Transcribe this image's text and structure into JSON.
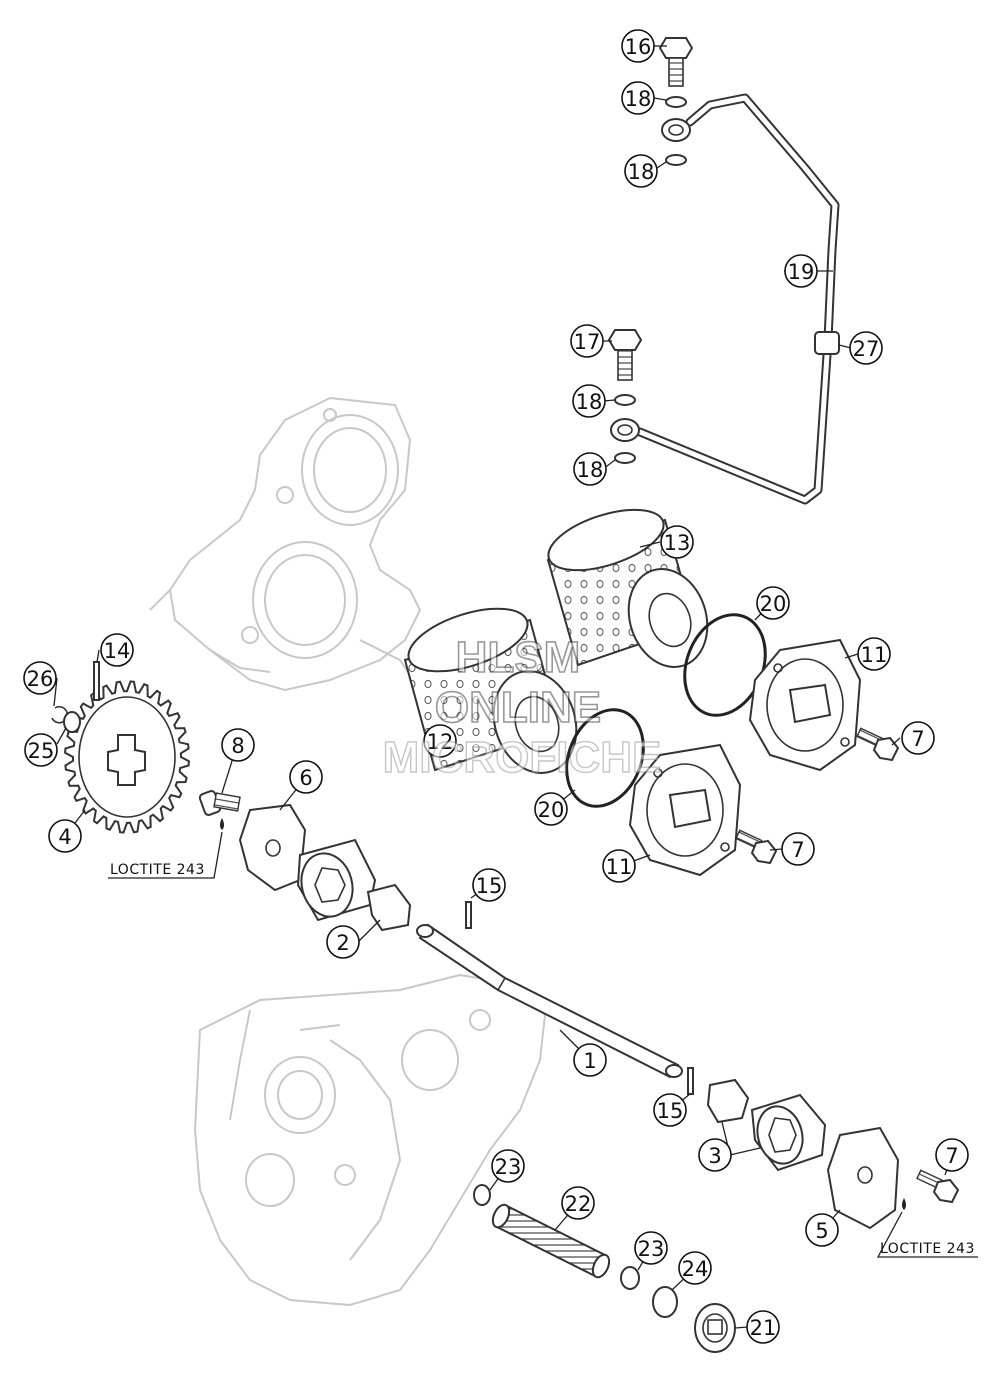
{
  "watermark": {
    "line1": "HLSM",
    "line2": "ONLINE",
    "line3": "MICROFICHE"
  },
  "loctite_labels": [
    "LOCTITE 243",
    "LOCTITE 243"
  ],
  "callouts": [
    {
      "id": "c16",
      "num": "16"
    },
    {
      "id": "c18a",
      "num": "18"
    },
    {
      "id": "c18b",
      "num": "18"
    },
    {
      "id": "c19",
      "num": "19"
    },
    {
      "id": "c17",
      "num": "17"
    },
    {
      "id": "c27",
      "num": "27"
    },
    {
      "id": "c18c",
      "num": "18"
    },
    {
      "id": "c18d",
      "num": "18"
    },
    {
      "id": "c13",
      "num": "13"
    },
    {
      "id": "c20a",
      "num": "20"
    },
    {
      "id": "c11a",
      "num": "11"
    },
    {
      "id": "c14",
      "num": "14"
    },
    {
      "id": "c26",
      "num": "26"
    },
    {
      "id": "c7a",
      "num": "7"
    },
    {
      "id": "c12",
      "num": "12"
    },
    {
      "id": "c8",
      "num": "8"
    },
    {
      "id": "c25",
      "num": "25"
    },
    {
      "id": "c6",
      "num": "6"
    },
    {
      "id": "c20b",
      "num": "20"
    },
    {
      "id": "c4",
      "num": "4"
    },
    {
      "id": "c7b",
      "num": "7"
    },
    {
      "id": "c11b",
      "num": "11"
    },
    {
      "id": "c15a",
      "num": "15"
    },
    {
      "id": "c2",
      "num": "2"
    },
    {
      "id": "c1",
      "num": "1"
    },
    {
      "id": "c15b",
      "num": "15"
    },
    {
      "id": "c3",
      "num": "3"
    },
    {
      "id": "c7c",
      "num": "7"
    },
    {
      "id": "c23a",
      "num": "23"
    },
    {
      "id": "c22",
      "num": "22"
    },
    {
      "id": "c5",
      "num": "5"
    },
    {
      "id": "c23b",
      "num": "23"
    },
    {
      "id": "c24",
      "num": "24"
    },
    {
      "id": "c21",
      "num": "21"
    }
  ]
}
